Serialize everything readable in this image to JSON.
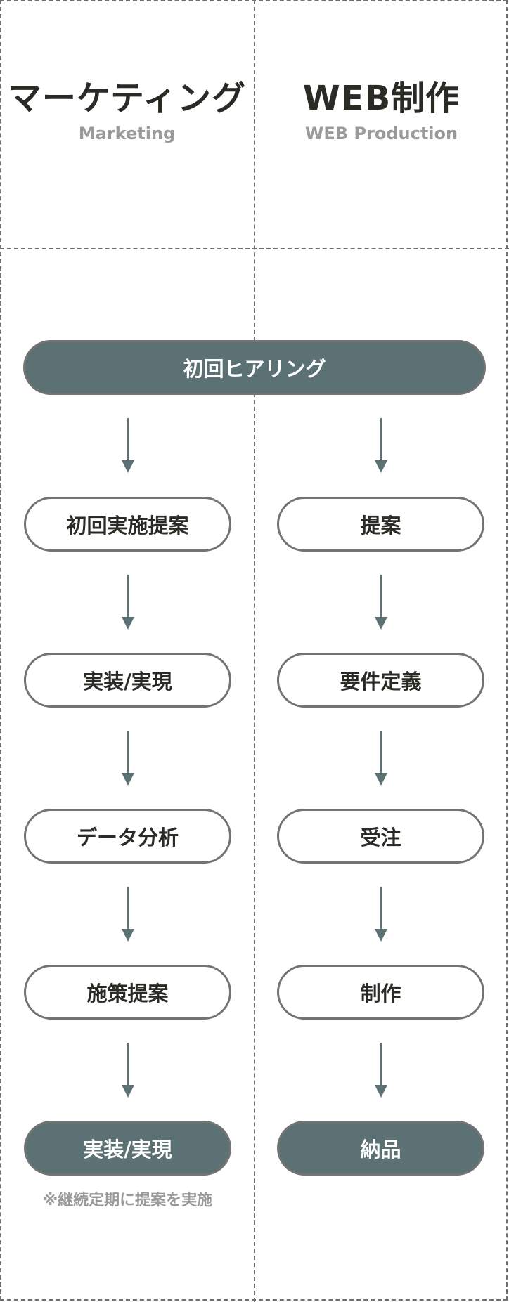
{
  "columns": {
    "left": {
      "title": "マーケティング",
      "subtitle": "Marketing"
    },
    "right": {
      "title": "WEB制作",
      "subtitle": "WEB Production"
    }
  },
  "start_step": "初回ヒアリング",
  "marketing_steps": [
    "初回実施提案",
    "実装/実現",
    "データ分析",
    "施策提案",
    "実装/実現"
  ],
  "production_steps": [
    "提案",
    "要件定義",
    "受注",
    "制作",
    "納品"
  ],
  "note": "※継続定期に提案を実施",
  "colors": {
    "accent": "#5b7174",
    "border": "#737373",
    "text": "#2b2b26",
    "muted": "#9a9a9a"
  }
}
